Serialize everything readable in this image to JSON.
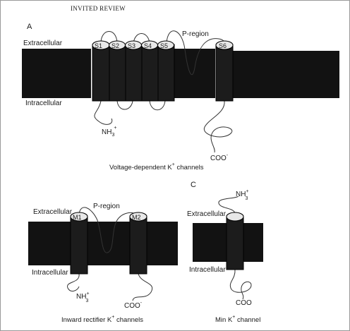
{
  "header": {
    "running_head": "INVITED REVIEW"
  },
  "panel_a": {
    "letter": "A",
    "extracellular": "Extracellular",
    "intracellular": "Intracellular",
    "p_region": "P-region",
    "segments": [
      "S1",
      "S2",
      "S3",
      "S4",
      "S5",
      "S6"
    ],
    "n_terminus": "NH",
    "n_sub": "3",
    "n_sup": "+",
    "c_terminus": "COO",
    "c_sup": "-",
    "caption_pre": "Voltage-dependent K",
    "caption_sup": "+",
    "caption_post": " channels"
  },
  "panel_b": {
    "extracellular": "Extracellular",
    "intracellular": "Intracellular",
    "p_region": "P-region",
    "segments": [
      "M1",
      "M2"
    ],
    "n_terminus": "NH",
    "n_sub": "3",
    "n_sup": "+",
    "c_terminus": "COO",
    "c_sup": "-",
    "caption_pre": "Inward rectifier K",
    "caption_sup": "+",
    "caption_post": " channels"
  },
  "panel_c": {
    "letter": "C",
    "extracellular": "Extracellular",
    "intracellular": "Intracellular",
    "n_terminus": "NH",
    "n_sub": "3",
    "n_sup": "+",
    "c_terminus": "COO",
    "caption_pre": "Min K",
    "caption_sup": "+",
    "caption_post": " channel"
  }
}
